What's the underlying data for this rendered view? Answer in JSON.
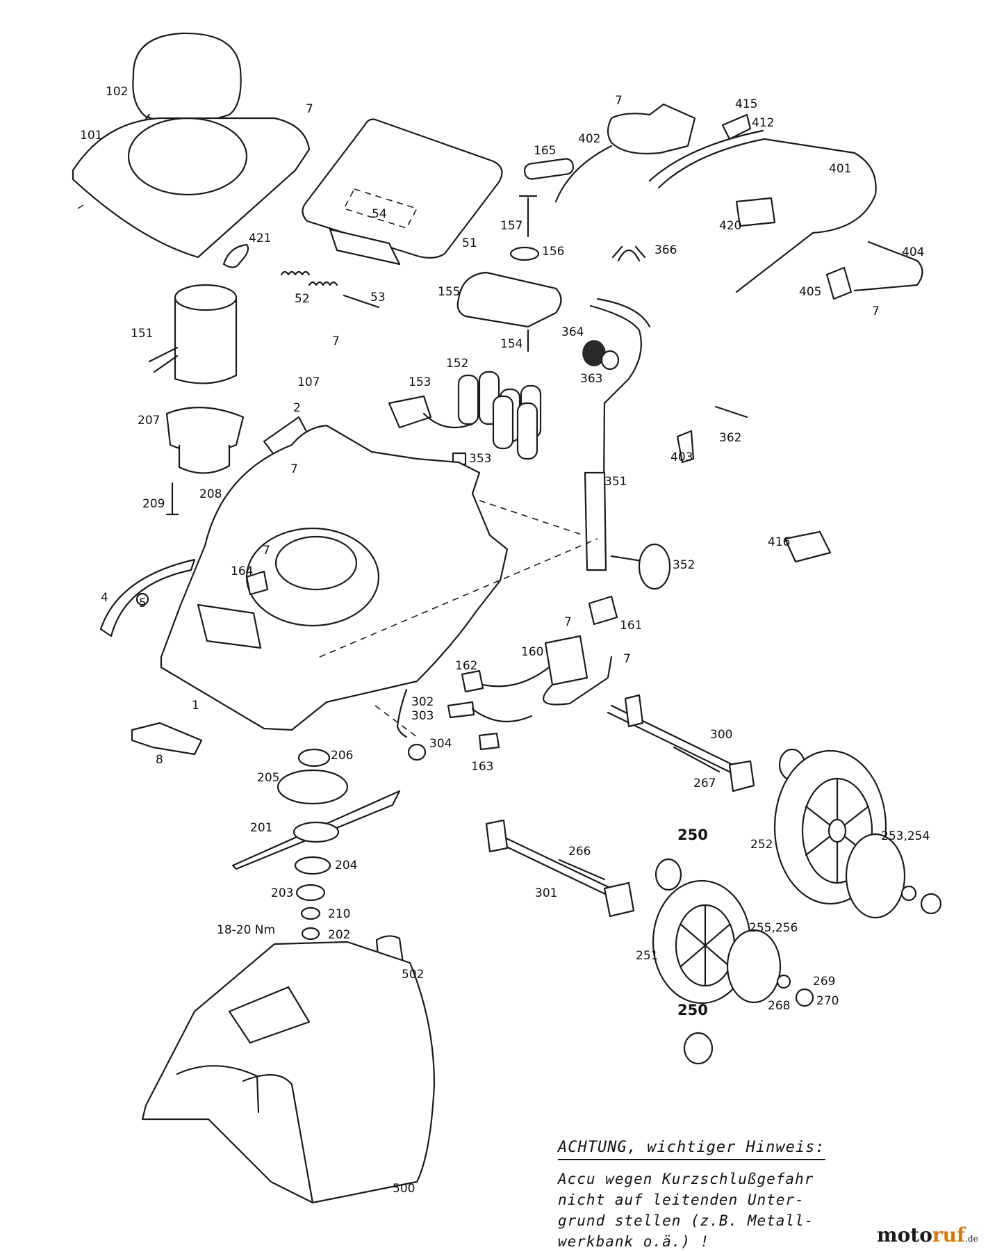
{
  "diagram": {
    "callouts": [
      "102",
      "101",
      "7",
      "421",
      "52",
      "53",
      "54",
      "51",
      "165",
      "402",
      "7",
      "415",
      "412",
      "401",
      "420",
      "157",
      "156",
      "366",
      "155",
      "404",
      "405",
      "7",
      "151",
      "7",
      "107",
      "154",
      "364",
      "363",
      "152",
      "153",
      "207",
      "2",
      "7",
      "362",
      "403",
      "353",
      "351",
      "209",
      "208",
      "7",
      "416",
      "352",
      "164",
      "4",
      "5",
      "7",
      "161",
      "160",
      "162",
      "7",
      "1",
      "302",
      "303",
      "304",
      "300",
      "8",
      "206",
      "163",
      "267",
      "205",
      "250",
      "201",
      "266",
      "252",
      "253,254",
      "204",
      "301",
      "203",
      "210",
      "18-20 Nm",
      "202",
      "255,256",
      "251",
      "502",
      "269",
      "268",
      "270",
      "250",
      "500"
    ]
  },
  "note": {
    "heading": "ACHTUNG, wichtiger Hinweis:",
    "lines": [
      "Accu wegen Kurzschlußgefahr",
      "nicht auf leitenden Unter-",
      "grund stellen (z.B. Metall-",
      "werkbank o.ä.) !"
    ]
  },
  "logo": {
    "main": "moto",
    "accent": "ruf",
    "tld": ".de"
  }
}
